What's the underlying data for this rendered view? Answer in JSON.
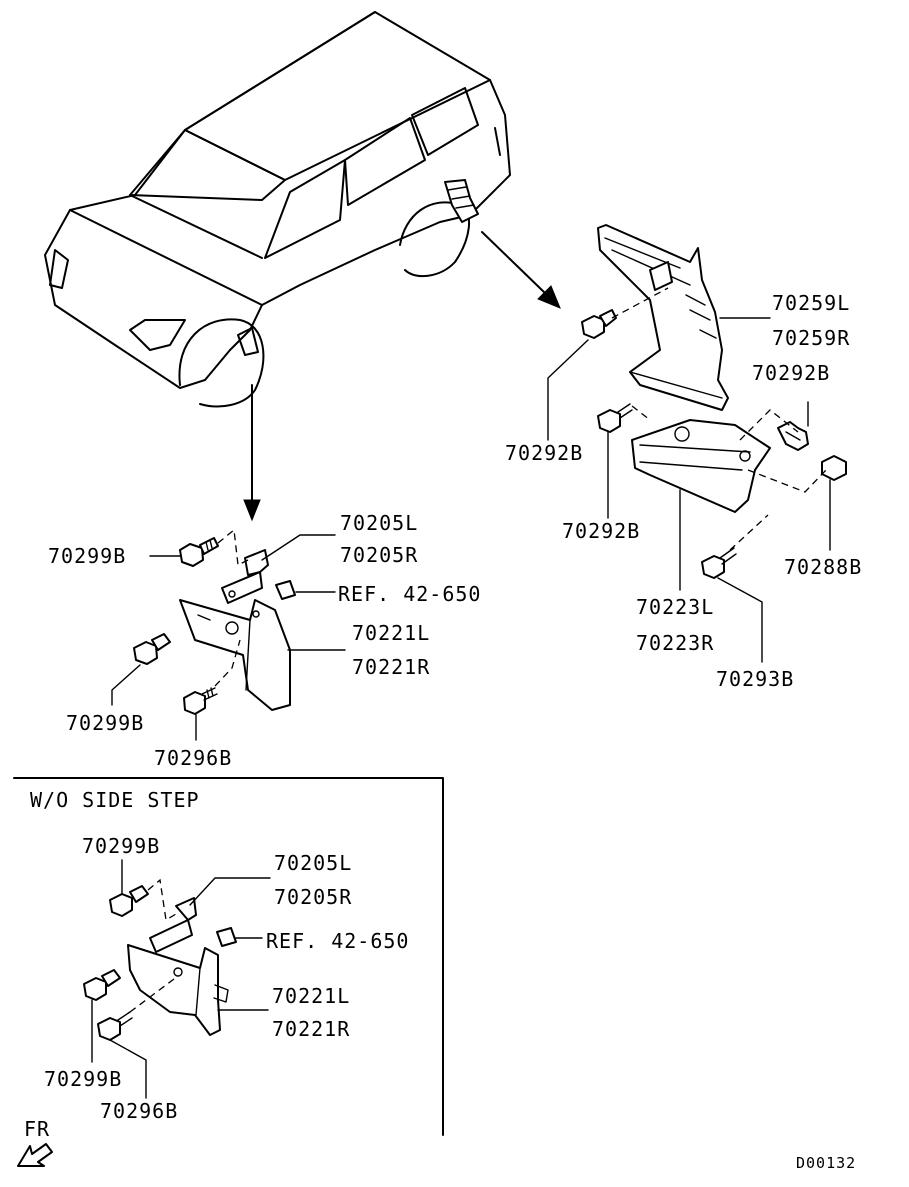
{
  "upper_left": {
    "bolt_top": "70299B",
    "bracket_l": "70205L",
    "bracket_r": "70205R",
    "ref": "REF. 42-650",
    "flap_l": "70221L",
    "flap_r": "70221R",
    "bolt_bottom": "70299B",
    "screw": "70296B"
  },
  "right_assembly": {
    "splash_l": "70259L",
    "splash_r": "70259R",
    "bolt_right": "70292B",
    "bolt_left": "70292B",
    "bolt_lower": "70292B",
    "nut": "70288B",
    "flap_l": "70223L",
    "flap_r": "70223R",
    "screw": "70293B"
  },
  "inset": {
    "title": "W/O SIDE STEP",
    "bolt_top": "70299B",
    "bracket_l": "70205L",
    "bracket_r": "70205R",
    "ref": "REF. 42-650",
    "flap_l": "70221L",
    "flap_r": "70221R",
    "bolt_bottom": "70299B",
    "screw": "70296B"
  },
  "direction_label": "FR",
  "diagram_code": "D00132"
}
